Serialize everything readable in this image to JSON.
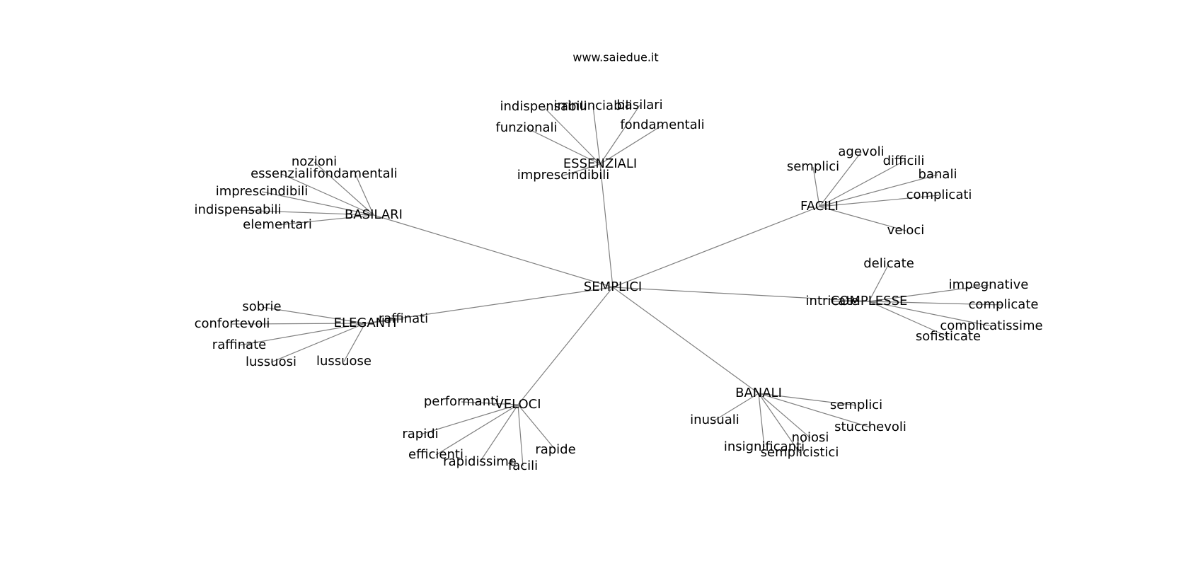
{
  "title": "www.saiedue.it",
  "root": "SEMPLICI",
  "groups": [
    {
      "name": "ESSENZIALI",
      "words": [
        "indispensabili",
        "irrinunciabili",
        "basilari",
        "fondamentali",
        "funzionali",
        "imprescindibili"
      ]
    },
    {
      "name": "BASILARI",
      "words": [
        "nozioni",
        "essenziali",
        "fondamentali",
        "imprescindibili",
        "indispensabili",
        "elementari"
      ]
    },
    {
      "name": "FACILI",
      "words": [
        "semplici",
        "agevoli",
        "difficili",
        "banali",
        "complicati",
        "veloci"
      ]
    },
    {
      "name": "COMPLESSE",
      "words": [
        "delicate",
        "impegnative",
        "complicate",
        "complicatissime",
        "sofisticate",
        "intricate"
      ]
    },
    {
      "name": "ELEGANTI",
      "words": [
        "sobrie",
        "confortevoli",
        "raffinate",
        "lussuosi",
        "lussuose",
        "raffinati"
      ]
    },
    {
      "name": "VELOCI",
      "words": [
        "performanti",
        "rapidi",
        "efficienti",
        "rapidissime",
        "facili",
        "rapide"
      ]
    },
    {
      "name": "BANALI",
      "words": [
        "semplici",
        "inusuali",
        "insignificanti",
        "semplicistici",
        "noiosi",
        "stucchevoli"
      ]
    }
  ]
}
